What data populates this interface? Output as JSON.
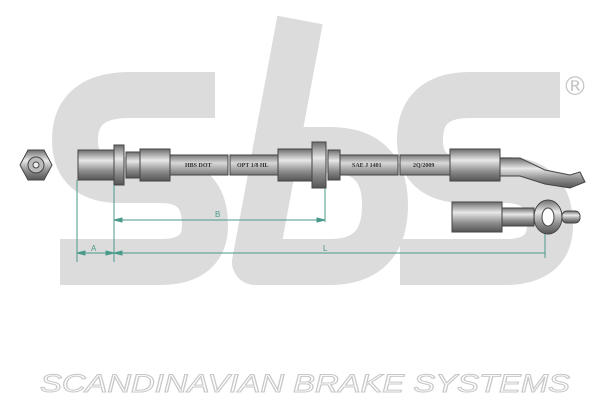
{
  "watermark": {
    "logo": "sbs",
    "registered": "®"
  },
  "brand_line": "SCANDINAVIAN BRAKE SYSTEMS",
  "hose_markings": [
    "HBS DOT",
    "OPT 1/8 HL",
    "SAE J 1401",
    "2Q/2009"
  ],
  "dimensions": {
    "a": "A",
    "b": "B",
    "l": "L"
  },
  "colors": {
    "dimension": "#4a9a8a",
    "watermark": "#dcdcdc",
    "metal": "#9a9a9a"
  }
}
